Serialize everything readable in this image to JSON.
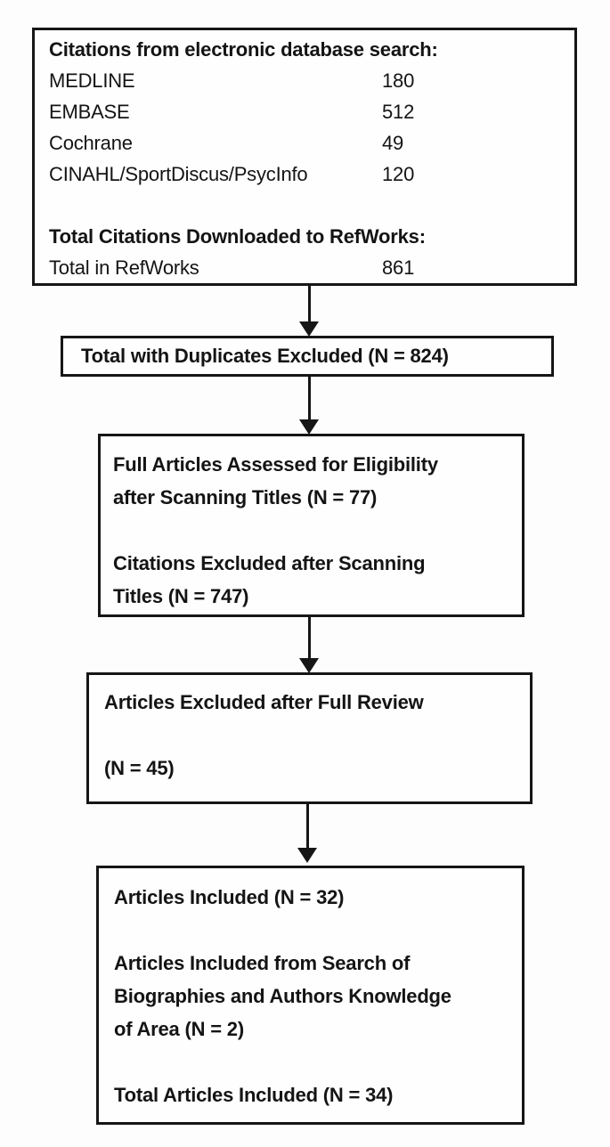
{
  "colors": {
    "ink": "#161616",
    "background": "#fdfdfd",
    "box_fill": "#fefefe"
  },
  "flowchart": {
    "box1": {
      "header": "Citations from electronic database search:",
      "rows": [
        {
          "label": "MEDLINE",
          "value": "180"
        },
        {
          "label": "EMBASE",
          "value": "512"
        },
        {
          "label": "Cochrane",
          "value": "49"
        },
        {
          "label": "CINAHL/SportDiscus/PsycInfo",
          "value": "120"
        }
      ],
      "subheader": "Total Citations Downloaded to RefWorks:",
      "total": {
        "label": "Total in RefWorks",
        "value": "861"
      }
    },
    "box2": {
      "line": "Total with Duplicates Excluded (N = 824)"
    },
    "box3": {
      "lines": [
        "Full Articles Assessed for Eligibility",
        "after Scanning Titles (N = 77)",
        "",
        "Citations Excluded after Scanning",
        "Titles (N = 747)"
      ]
    },
    "box4": {
      "lines": [
        "Articles Excluded after Full Review",
        "",
        "(N = 45)"
      ]
    },
    "box5": {
      "lines": [
        "Articles Included (N = 32)",
        "",
        "Articles Included from Search of",
        "Biographies and Authors Knowledge",
        "of Area (N = 2)",
        "",
        "Total Articles Included (N = 34)"
      ]
    }
  }
}
